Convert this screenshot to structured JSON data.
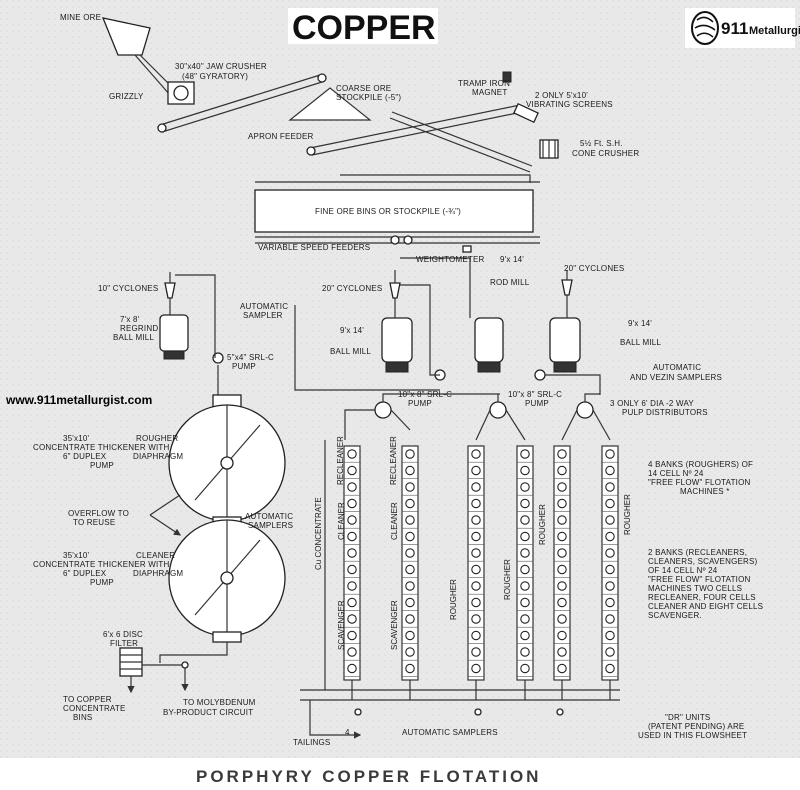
{
  "title": "COPPER",
  "caption": "PORPHYRY COPPER FLOTATION",
  "watermark": "www.911metallurgist.com",
  "brand": {
    "num": "911",
    "name": "Metallurgist"
  },
  "labels": {
    "mine_ore": "MINE ORE",
    "jaw_crusher_1": "30\"x40\" JAW CRUSHER",
    "jaw_crusher_2": "(48\" GYRATORY)",
    "grizzly": "GRIZZLY",
    "coarse_ore_1": "COARSE ORE",
    "coarse_ore_2": "STOCKPILE (-5\")",
    "apron_feeder": "APRON FEEDER",
    "tramp_iron_1": "TRAMP IRON",
    "tramp_iron_2": "MAGNET",
    "screens_1": "2 ONLY 5'x10'",
    "screens_2": "VIBRATING SCREENS",
    "cone_1": "5½ Ft. S.H.",
    "cone_2": "CONE CRUSHER",
    "fine_ore": "FINE ORE BINS OR STOCKPILE (-¾\")",
    "feeders": "VARIABLE SPEED FEEDERS",
    "weightometer": "WEIGHTOMETER",
    "rod_mill_size": "9'x 14'",
    "rod_mill": "ROD MILL",
    "cyclones_10": "10\" CYCLONES",
    "cyclones_20a": "20\" CYCLONES",
    "cyclones_20b": "20\" CYCLONES",
    "auto_sampler_1": "AUTOMATIC",
    "auto_sampler_2": "SAMPLER",
    "regrind_1": "7'x 8'",
    "regrind_2": "REGRIND",
    "regrind_3": "BALL MILL",
    "ball_mill_a_size": "9'x 14'",
    "ball_mill_a": "BALL MILL",
    "ball_mill_b_size": "9'x 14'",
    "ball_mill_b": "BALL MILL",
    "vezin_1": "AUTOMATIC",
    "vezin_2": "AND VEZIN SAMPLERS",
    "srl_5x4_1": "5\"x4\" SRL-C",
    "srl_5x4_2": "PUMP",
    "srl_10x8a_1": "10\"x 8\" SRL-C",
    "srl_10x8a_2": "PUMP",
    "srl_10x8b_1": "10\"x 8\" SRL-C",
    "srl_10x8b_2": "PUMP",
    "distributors_1": "3 ONLY 6' DIA -2 WAY",
    "distributors_2": "PULP DISTRIBUTORS",
    "rougher_thk_1": "35'x10'",
    "rougher_thk_2": "ROUGHER",
    "rougher_thk_3": "CONCENTRATE THICKENER WITH",
    "rougher_thk_4": "6\" DUPLEX",
    "rougher_thk_5": "DIAPHRAGM",
    "rougher_thk_6": "PUMP",
    "overflow_1": "OVERFLOW TO",
    "overflow_2": "TO REUSE",
    "auto_samplers_mid_1": "AUTOMATIC",
    "auto_samplers_mid_2": "SAMPLERS",
    "cleaner_thk_1": "35'x10'",
    "cleaner_thk_2": "CLEANER",
    "cleaner_thk_3": "CONCENTRATE THICKENER WITH",
    "cleaner_thk_4": "6\" DUPLEX",
    "cleaner_thk_5": "DIAPHRAGM",
    "cleaner_thk_6": "PUMP",
    "filter_1": "6'x 6 DISC",
    "filter_2": "FILTER",
    "to_copper_1": "TO COPPER",
    "to_copper_2": "CONCENTRATE",
    "to_copper_3": "BINS",
    "to_moly_1": "TO MOLYBDENUM",
    "to_moly_2": "BY-PRODUCT CIRCUIT",
    "tailings": "TAILINGS",
    "num_4": "4",
    "auto_samplers_bottom": "AUTOMATIC SAMPLERS",
    "cu_concentrate": "Cu CONCENTRATE",
    "recleaner": "RECLEANER",
    "cleaner": "CLEANER",
    "scavenger": "SCAVENGER",
    "rougher": "ROUGHER",
    "banks_1": "4 BANKS (ROUGHERS) OF",
    "banks_2": "14 CELL Nº 24",
    "banks_3": "\"FREE FLOW\" FLOTATION",
    "banks_4": "MACHINES *",
    "banks2_1": "2 BANKS (RECLEANERS,",
    "banks2_2": "CLEANERS, SCAVENGERS)",
    "banks2_3": "OF 14 CELL Nº 24",
    "banks2_4": "\"FREE FLOW\" FLOTATION",
    "banks2_5": "MACHINES TWO CELLS",
    "banks2_6": "RECLEANER, FOUR CELLS",
    "banks2_7": "CLEANER AND EIGHT CELLS",
    "banks2_8": "SCAVENGER.",
    "dr_1": "\"DR\" UNITS",
    "dr_2": "(PATENT PENDING) ARE",
    "dr_3": "USED IN THIS FLOWSHEET"
  }
}
